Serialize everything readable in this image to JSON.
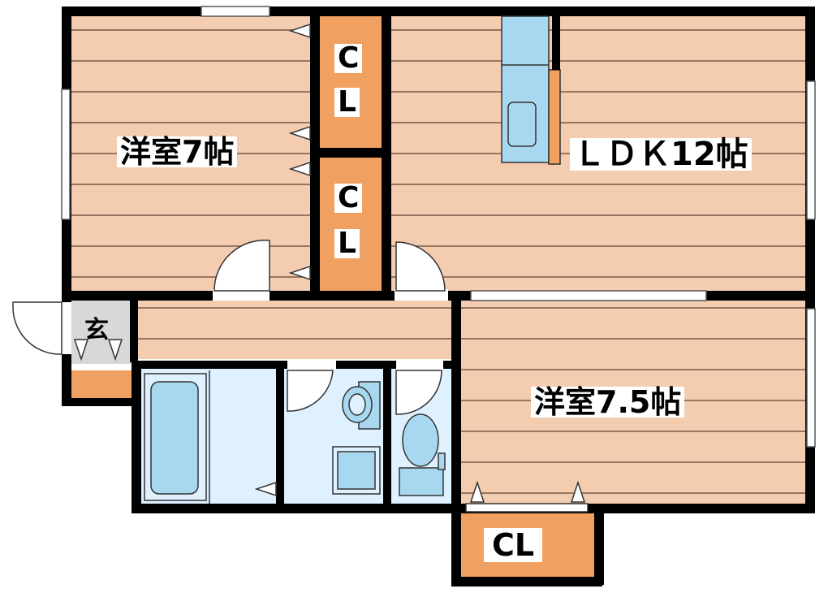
{
  "rooms": {
    "western_room_7": {
      "label": "洋室7帖"
    },
    "ldk": {
      "label": "ＬＤＫ12帖"
    },
    "western_room_7_5": {
      "label": "洋室7.5帖"
    },
    "entrance": {
      "label": "玄"
    }
  },
  "closets": {
    "upper": {
      "line1": "C",
      "line2": "L"
    },
    "lower": {
      "line1": "C",
      "line2": "L"
    },
    "bottom": {
      "label": "CL"
    }
  },
  "colors": {
    "floor": "#f4cdb0",
    "floor_line": "#7a5a48",
    "closet": "#f0a060",
    "wall": "#000000",
    "wet_area": "#dff0ff",
    "fixture": "#a8d8f0",
    "entrance_floor": "#d8d8d8"
  },
  "icons": [
    "door-swing-icon",
    "bathtub-icon",
    "toilet-icon",
    "washbasin-icon",
    "washing-machine-icon",
    "kitchen-sink-icon",
    "window-icon"
  ]
}
